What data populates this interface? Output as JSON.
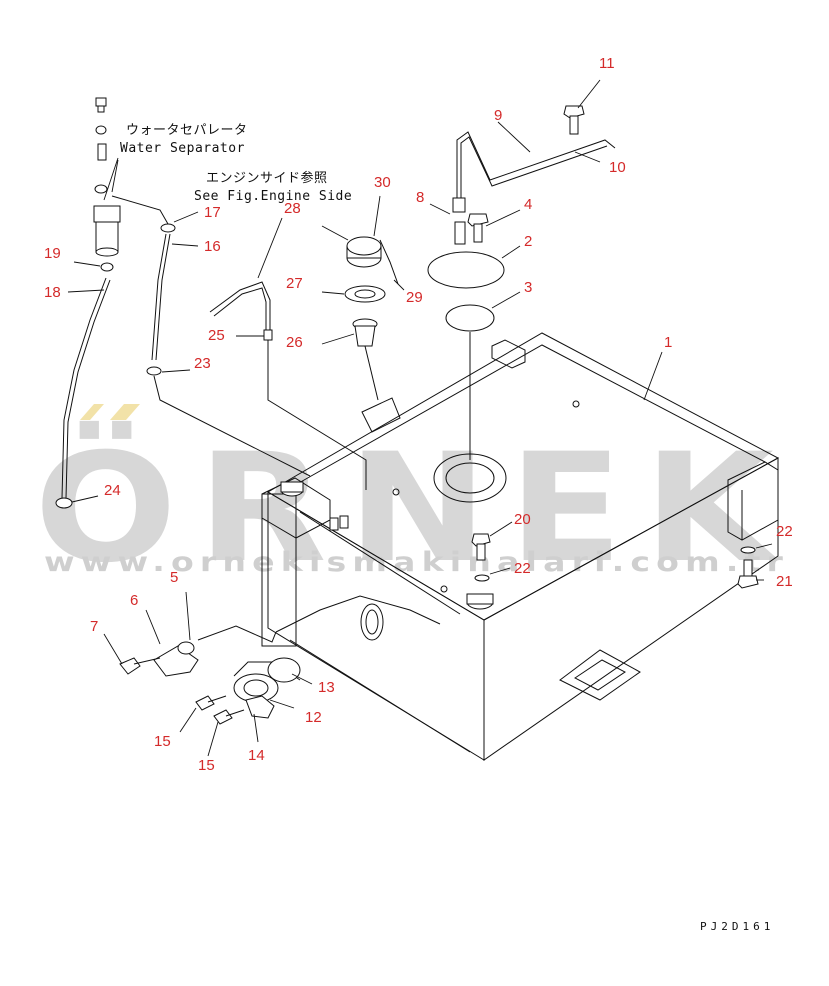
{
  "watermark": {
    "brand": "ÖRNEK",
    "url": "www.ornekismakinalari.com.tr",
    "accent_color": "#f2e2a8"
  },
  "annotations": {
    "water_separator_jp": "ウォータセパレータ",
    "water_separator_en": "Water Separator",
    "engine_side_jp": "エンジンサイド参照",
    "engine_side_en": "See Fig.Engine Side"
  },
  "drawing_code": "PJ2D161",
  "callout_color": "#d42a2a",
  "callouts": [
    {
      "id": "c1",
      "label": "1"
    },
    {
      "id": "c2",
      "label": "2"
    },
    {
      "id": "c3",
      "label": "3"
    },
    {
      "id": "c4",
      "label": "4"
    },
    {
      "id": "c5",
      "label": "5"
    },
    {
      "id": "c6",
      "label": "6"
    },
    {
      "id": "c7",
      "label": "7"
    },
    {
      "id": "c8",
      "label": "8"
    },
    {
      "id": "c9",
      "label": "9"
    },
    {
      "id": "c10",
      "label": "10"
    },
    {
      "id": "c11",
      "label": "11"
    },
    {
      "id": "c12",
      "label": "12"
    },
    {
      "id": "c13",
      "label": "13"
    },
    {
      "id": "c14",
      "label": "14"
    },
    {
      "id": "c15a",
      "label": "15"
    },
    {
      "id": "c15b",
      "label": "15"
    },
    {
      "id": "c16",
      "label": "16"
    },
    {
      "id": "c17",
      "label": "17"
    },
    {
      "id": "c18",
      "label": "18"
    },
    {
      "id": "c19",
      "label": "19"
    },
    {
      "id": "c20",
      "label": "20"
    },
    {
      "id": "c21",
      "label": "21"
    },
    {
      "id": "c22a",
      "label": "22"
    },
    {
      "id": "c22b",
      "label": "22"
    },
    {
      "id": "c23",
      "label": "23"
    },
    {
      "id": "c24",
      "label": "24"
    },
    {
      "id": "c25",
      "label": "25"
    },
    {
      "id": "c26",
      "label": "26"
    },
    {
      "id": "c27",
      "label": "27"
    },
    {
      "id": "c28",
      "label": "28"
    },
    {
      "id": "c29",
      "label": "29"
    },
    {
      "id": "c30",
      "label": "30"
    }
  ]
}
